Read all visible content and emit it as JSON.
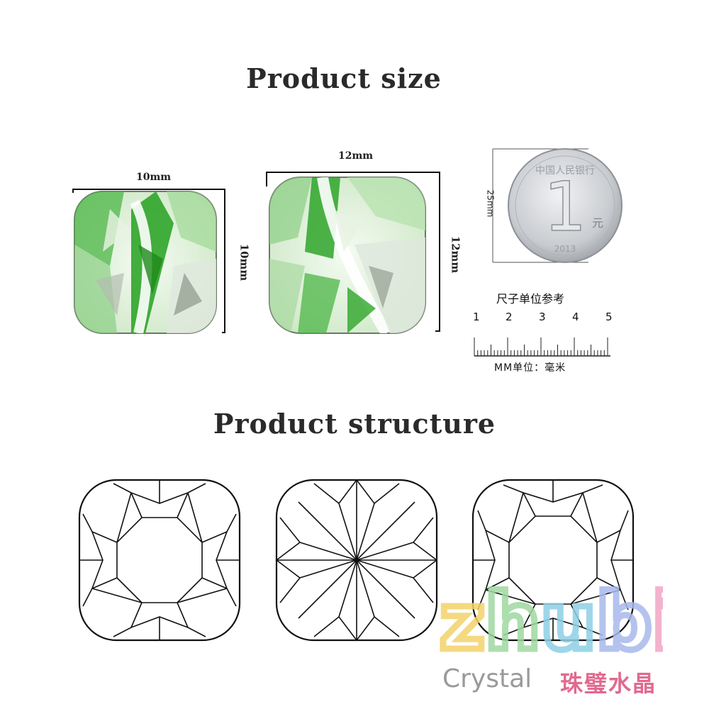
{
  "headings": {
    "size": "Product size",
    "structure": "Product structure"
  },
  "gem_small": {
    "width_label": "10mm",
    "height_label": "10mm"
  },
  "gem_large": {
    "width_label": "12mm",
    "height_label": "12mm"
  },
  "coin": {
    "diameter_label": "25mm",
    "numeral": "1",
    "unit_char": "元",
    "rim_text": "中国人民银行",
    "year": "2013"
  },
  "ruler": {
    "title": "尺子单位参考",
    "numbers": [
      "1",
      "2",
      "3",
      "4",
      "5"
    ],
    "unit_label": "MM单位：毫米"
  },
  "brand": {
    "logo_text": "zhubi",
    "latin": "Crystal",
    "chinese": "珠璧水晶"
  },
  "colors": {
    "gem_green": "#2fa52a",
    "gem_light": "#cfe8c7",
    "outline": "#111111",
    "coin_silver": "#c9ccd0"
  }
}
